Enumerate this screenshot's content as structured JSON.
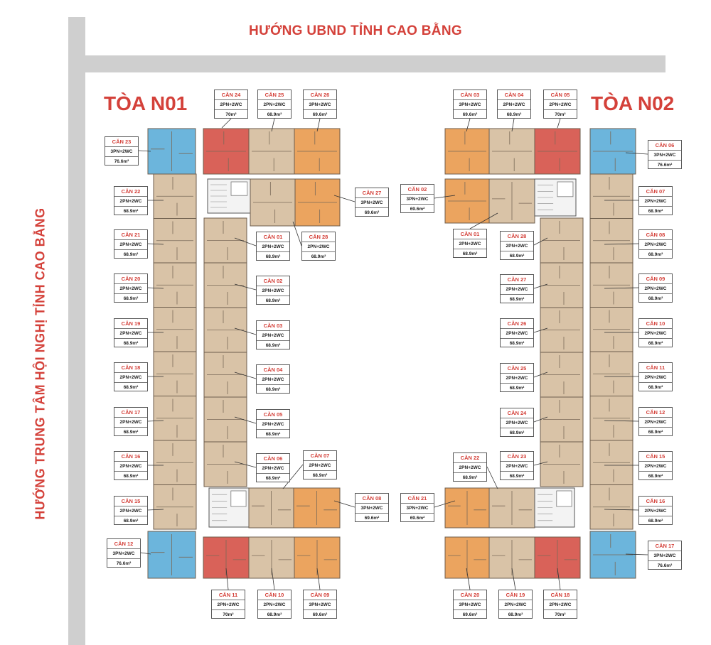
{
  "directions": {
    "top": "HƯỚNG UBND TỈNH CAO BẰNG",
    "left": "HƯỚNG TRUNG TÂM HỘI NGHỊ TỈNH CAO BẰNG"
  },
  "towers": {
    "n01": "TÒA N01",
    "n02": "TÒA N02"
  },
  "colors": {
    "accent_red": "#d4413a",
    "unit_2br": "#d9c3a7",
    "unit_3br_orange": "#eba45f",
    "unit_3br_red": "#d96259",
    "unit_3br_blue": "#6cb5dc",
    "road": "#cfcfcf"
  },
  "labels": [
    {
      "id": "n01-24",
      "name": "CĂN 24",
      "type": "2PN+2WC",
      "area": "70m²"
    },
    {
      "id": "n01-25",
      "name": "CĂN 25",
      "type": "2PN+2WC",
      "area": "68.9m²"
    },
    {
      "id": "n01-26",
      "name": "CĂN 26",
      "type": "3PN+2WC",
      "area": "69.6m²"
    },
    {
      "id": "n01-23",
      "name": "CĂN 23",
      "type": "3PN+2WC",
      "area": "76.6m²"
    },
    {
      "id": "n01-22",
      "name": "CĂN 22",
      "type": "2PN+2WC",
      "area": "68.9m²"
    },
    {
      "id": "n01-27",
      "name": "CĂN 27",
      "type": "3PN+2WC",
      "area": "69.6m²"
    },
    {
      "id": "n01-21",
      "name": "CĂN 21",
      "type": "2PN+2WC",
      "area": "68.9m²"
    },
    {
      "id": "n01-01",
      "name": "CĂN 01",
      "type": "2PN+2WC",
      "area": "68.9m²"
    },
    {
      "id": "n01-28",
      "name": "CĂN 28",
      "type": "2PN+2WC",
      "area": "68.9m²"
    },
    {
      "id": "n01-20",
      "name": "CĂN 20",
      "type": "2PN+2WC",
      "area": "68.9m²"
    },
    {
      "id": "n01-02",
      "name": "CĂN 02",
      "type": "2PN+2WC",
      "area": "68.9m²"
    },
    {
      "id": "n01-19",
      "name": "CĂN 19",
      "type": "2PN+2WC",
      "area": "68.9m²"
    },
    {
      "id": "n01-03",
      "name": "CĂN 03",
      "type": "2PN+2WC",
      "area": "68.9m²"
    },
    {
      "id": "n01-18",
      "name": "CĂN 18",
      "type": "2PN+2WC",
      "area": "68.9m²"
    },
    {
      "id": "n01-04",
      "name": "CĂN 04",
      "type": "2PN+2WC",
      "area": "68.9m²"
    },
    {
      "id": "n01-17",
      "name": "CĂN 17",
      "type": "2PN+2WC",
      "area": "68.9m²"
    },
    {
      "id": "n01-05",
      "name": "CĂN 05",
      "type": "2PN+2WC",
      "area": "68.9m²"
    },
    {
      "id": "n01-16",
      "name": "CĂN 16",
      "type": "2PN+2WC",
      "area": "68.9m²"
    },
    {
      "id": "n01-06",
      "name": "CĂN 06",
      "type": "2PN+2WC",
      "area": "68.9m²"
    },
    {
      "id": "n01-07",
      "name": "CĂN 07",
      "type": "2PN+2WC",
      "area": "68.9m²"
    },
    {
      "id": "n01-15",
      "name": "CĂN 15",
      "type": "2PN+2WC",
      "area": "68.9m²"
    },
    {
      "id": "n01-08",
      "name": "CĂN 08",
      "type": "3PN+2WC",
      "area": "69.6m²"
    },
    {
      "id": "n01-12",
      "name": "CĂN 12",
      "type": "3PN+2WC",
      "area": "76.6m²"
    },
    {
      "id": "n01-11",
      "name": "CĂN 11",
      "type": "2PN+2WC",
      "area": "70m²"
    },
    {
      "id": "n01-10",
      "name": "CĂN 10",
      "type": "2PN+2WC",
      "area": "68.9m²"
    },
    {
      "id": "n01-09",
      "name": "CĂN 09",
      "type": "3PN+2WC",
      "area": "69.6m²"
    },
    {
      "id": "n02-03",
      "name": "CĂN 03",
      "type": "3PN+2WC",
      "area": "69.6m²"
    },
    {
      "id": "n02-04",
      "name": "CĂN 04",
      "type": "2PN+2WC",
      "area": "68.9m²"
    },
    {
      "id": "n02-05",
      "name": "CĂN 05",
      "type": "2PN+2WC",
      "area": "70m²"
    },
    {
      "id": "n02-06",
      "name": "CĂN 06",
      "type": "3PN+2WC",
      "area": "76.6m²"
    },
    {
      "id": "n02-02",
      "name": "CĂN 02",
      "type": "3PN+2WC",
      "area": "69.6m²"
    },
    {
      "id": "n02-07",
      "name": "CĂN 07",
      "type": "2PN+2WC",
      "area": "68.9m²"
    },
    {
      "id": "n02-01",
      "name": "CĂN 01",
      "type": "2PN+2WC",
      "area": "68.9m²"
    },
    {
      "id": "n02-28",
      "name": "CĂN 28",
      "type": "2PN+2WC",
      "area": "68.9m²"
    },
    {
      "id": "n02-08",
      "name": "CĂN 08",
      "type": "2PN+2WC",
      "area": "68.9m²"
    },
    {
      "id": "n02-27",
      "name": "CĂN 27",
      "type": "2PN+2WC",
      "area": "68.9m²"
    },
    {
      "id": "n02-09",
      "name": "CĂN 09",
      "type": "2PN+2WC",
      "area": "68.9m²"
    },
    {
      "id": "n02-26",
      "name": "CĂN 26",
      "type": "2PN+2WC",
      "area": "68.9m²"
    },
    {
      "id": "n02-10",
      "name": "CĂN 10",
      "type": "2PN+2WC",
      "area": "68.9m²"
    },
    {
      "id": "n02-25",
      "name": "CĂN 25",
      "type": "2PN+2WC",
      "area": "68.9m²"
    },
    {
      "id": "n02-11",
      "name": "CĂN 11",
      "type": "2PN+2WC",
      "area": "68.9m²"
    },
    {
      "id": "n02-24",
      "name": "CĂN 24",
      "type": "2PN+2WC",
      "area": "68.9m²"
    },
    {
      "id": "n02-12",
      "name": "CĂN 12",
      "type": "2PN+2WC",
      "area": "68.9m²"
    },
    {
      "id": "n02-22",
      "name": "CĂN 22",
      "type": "2PN+2WC",
      "area": "68.9m²"
    },
    {
      "id": "n02-23",
      "name": "CĂN 23",
      "type": "2PN+2WC",
      "area": "68.9m²"
    },
    {
      "id": "n02-15",
      "name": "CĂN 15",
      "type": "2PN+2WC",
      "area": "68.9m²"
    },
    {
      "id": "n02-21",
      "name": "CĂN 21",
      "type": "3PN+2WC",
      "area": "69.6m²"
    },
    {
      "id": "n02-16",
      "name": "CĂN 16",
      "type": "2PN+2WC",
      "area": "68.9m²"
    },
    {
      "id": "n02-17",
      "name": "CĂN 17",
      "type": "3PN+2WC",
      "area": "76.6m²"
    },
    {
      "id": "n02-20",
      "name": "CĂN 20",
      "type": "3PN+2WC",
      "area": "69.6m²"
    },
    {
      "id": "n02-19",
      "name": "CĂN 19",
      "type": "2PN+2WC",
      "area": "68.9m²"
    },
    {
      "id": "n02-18",
      "name": "CĂN 18",
      "type": "2PN+2WC",
      "area": "70m²"
    }
  ]
}
